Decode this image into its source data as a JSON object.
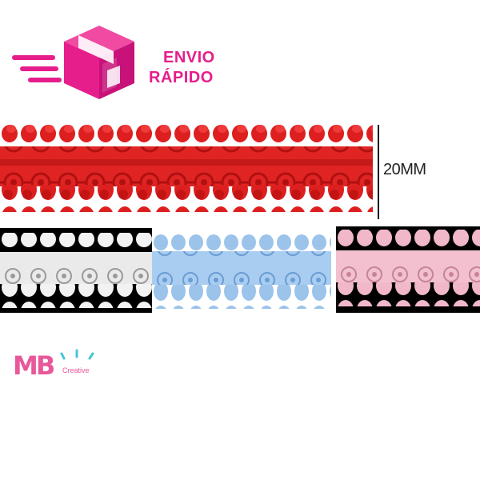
{
  "badge": {
    "line1": "ENVIO",
    "line2": "RÁPIDO",
    "icon": "fast-delivery-box-icon",
    "color": "#e61e8c"
  },
  "dimension": {
    "label": "20MM"
  },
  "strips": [
    {
      "color_name": "red",
      "color": "#dd1f1f",
      "background": "#ffffff"
    },
    {
      "color_name": "white",
      "color": "#f2f2f2",
      "background": "#000000"
    },
    {
      "color_name": "light-blue",
      "color": "#9cc3ea",
      "background": "#ffffff"
    },
    {
      "color_name": "pink",
      "color": "#f0b8c8",
      "background": "#000000"
    }
  ],
  "logo": {
    "monogram": "MB",
    "subtitle": "Creative",
    "color": "#e8589a",
    "accent": "#48c6d8"
  }
}
